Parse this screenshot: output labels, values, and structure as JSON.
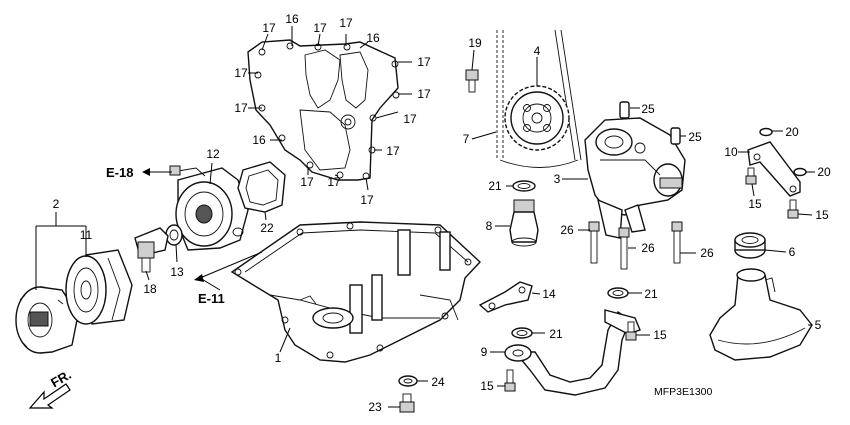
{
  "diagram_code": "MFP3E1300",
  "references": {
    "e18": "E-18",
    "e11": "E-11"
  },
  "direction": "FR.",
  "callouts": {
    "c1": "1",
    "c2": "2",
    "c3": "3",
    "c4": "4",
    "c5": "5",
    "c6": "6",
    "c7": "7",
    "c8": "8",
    "c9": "9",
    "c10": "10",
    "c11": "11",
    "c12": "12",
    "c13": "13",
    "c14": "14",
    "c15": "15",
    "c16": "16",
    "c17": "17",
    "c18": "18",
    "c19": "19",
    "c20": "20",
    "c21": "21",
    "c22": "22",
    "c23": "23",
    "c24": "24",
    "c25": "25",
    "c26": "26"
  }
}
